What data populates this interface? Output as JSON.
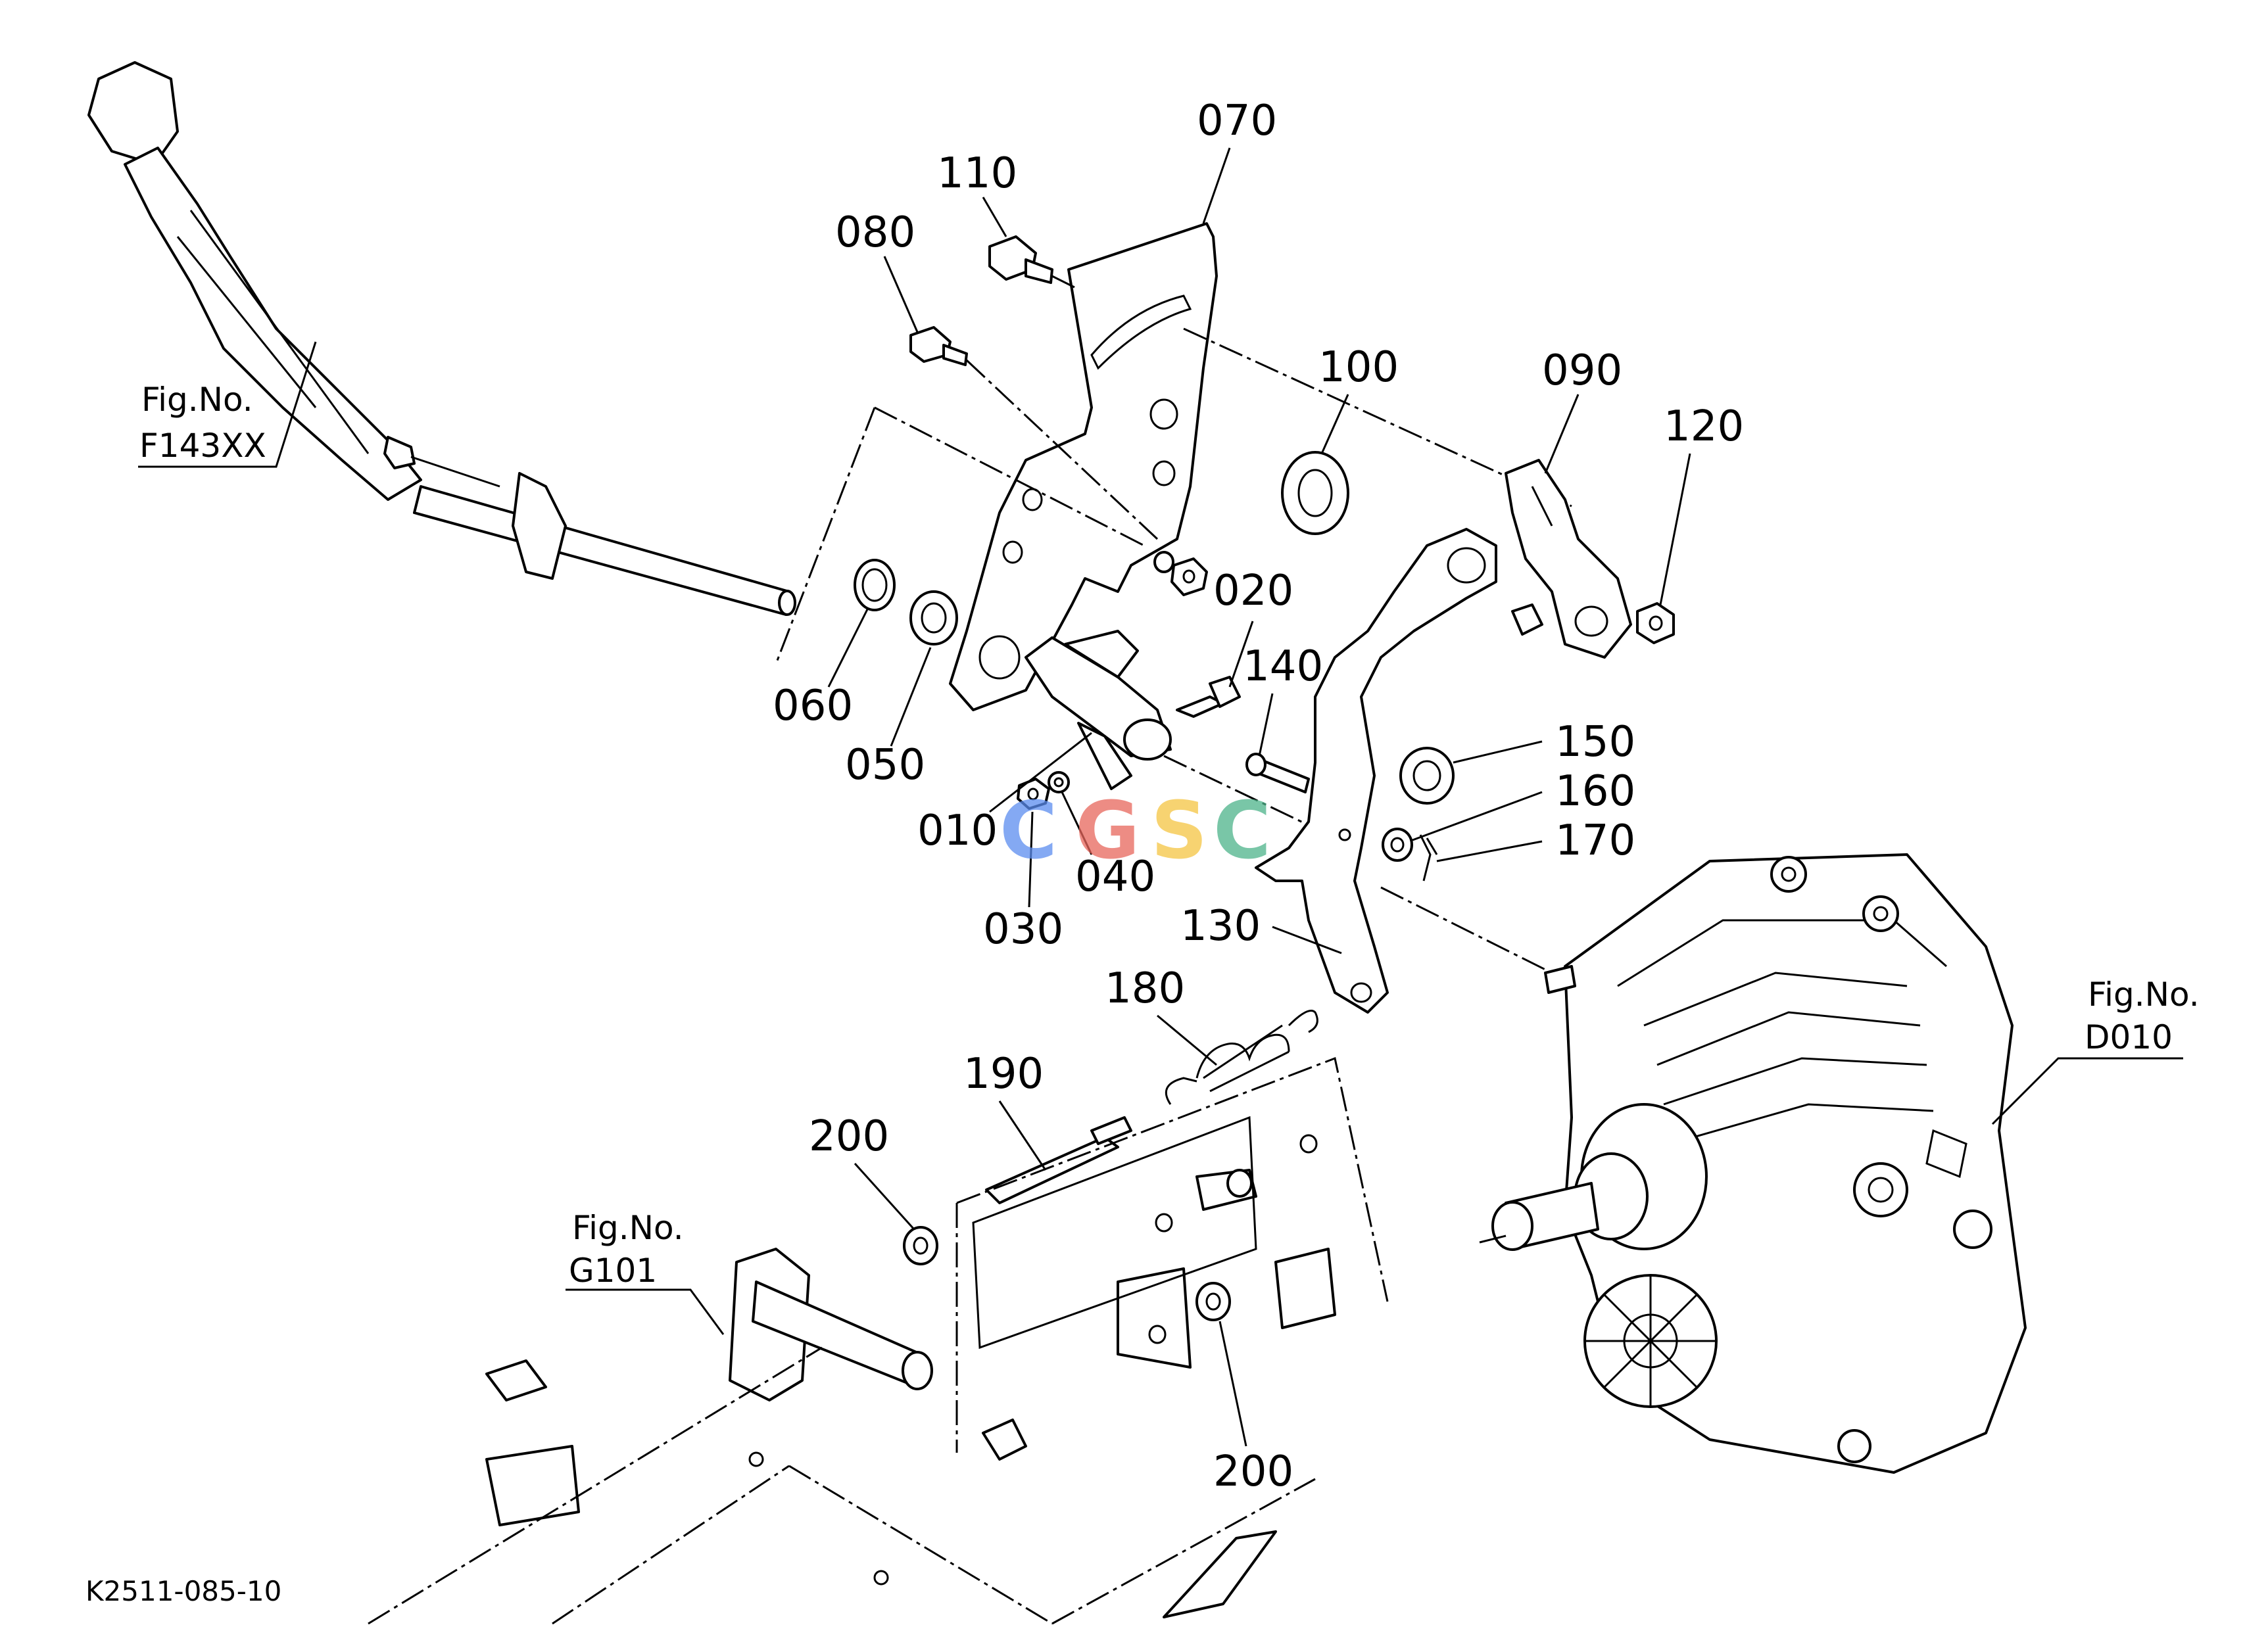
{
  "diagram": {
    "part_labels": [
      {
        "id": "p010",
        "text": "010"
      },
      {
        "id": "p020",
        "text": "020"
      },
      {
        "id": "p030",
        "text": "030"
      },
      {
        "id": "p040",
        "text": "040"
      },
      {
        "id": "p050",
        "text": "050"
      },
      {
        "id": "p060",
        "text": "060"
      },
      {
        "id": "p070",
        "text": "070"
      },
      {
        "id": "p080",
        "text": "080"
      },
      {
        "id": "p090",
        "text": "090"
      },
      {
        "id": "p100",
        "text": "100"
      },
      {
        "id": "p110",
        "text": "110"
      },
      {
        "id": "p120",
        "text": "120"
      },
      {
        "id": "p130",
        "text": "130"
      },
      {
        "id": "p140",
        "text": "140"
      },
      {
        "id": "p150",
        "text": "150"
      },
      {
        "id": "p160",
        "text": "160"
      },
      {
        "id": "p170",
        "text": "170"
      },
      {
        "id": "p180",
        "text": "180"
      },
      {
        "id": "p190",
        "text": "190"
      },
      {
        "id": "p200a",
        "text": "200"
      },
      {
        "id": "p200b",
        "text": "200"
      }
    ],
    "figure_refs": [
      {
        "id": "f143",
        "label": "Fig.No.",
        "number": "F143XX"
      },
      {
        "id": "d010",
        "label": "Fig.No.",
        "number": "D010"
      },
      {
        "id": "g101",
        "label": "Fig.No.",
        "number": "G101"
      }
    ],
    "drawing_code": "K2511-085-10",
    "watermark": {
      "text": "CGSC",
      "letters": [
        {
          "char": "C",
          "color": "#5b8def"
        },
        {
          "char": "G",
          "color": "#e8665c"
        },
        {
          "char": "S",
          "color": "#f5c542"
        },
        {
          "char": "C",
          "color": "#4db38a"
        }
      ]
    }
  }
}
